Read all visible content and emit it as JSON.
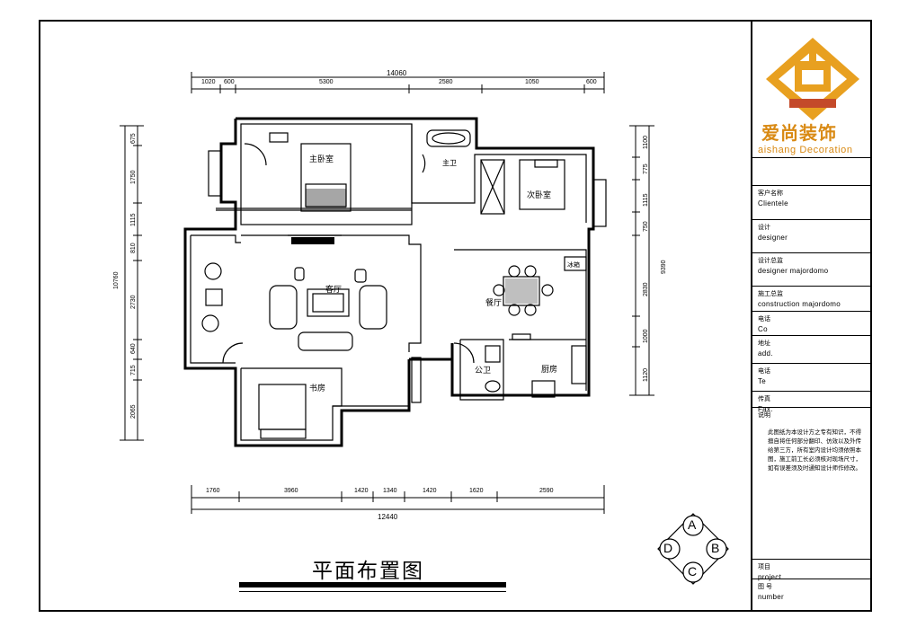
{
  "title_block": {
    "brand_cn": "爱尚装饰",
    "brand_en": "aishang Decoration",
    "rows": [
      {
        "label": "客户名称",
        "value": "Clientele"
      },
      {
        "label": "设计",
        "value": "designer"
      },
      {
        "label": "设计总监",
        "value": "designer majordomo"
      },
      {
        "label": "施工总监",
        "value": "construction majordomo"
      },
      {
        "label": "电话",
        "value": "Co"
      },
      {
        "label": "地址",
        "value": "add."
      },
      {
        "label": "电话",
        "value": "Te"
      },
      {
        "label": "传真",
        "value": "Fax."
      },
      {
        "label": "说明",
        "value": ""
      },
      {
        "label": "项目",
        "value": "project"
      },
      {
        "label": "图 号",
        "value": "number"
      }
    ],
    "note": "此图纸为本设计方之专有知识，不得擅自将任何部分翻印、仿效以及外传给第三方，所有室内设计均须依照本图，施工前工长必须核对现场尺寸，如有误差须及时通知设计师作修改。"
  },
  "plan": {
    "title": "平面布置图",
    "dims_top": {
      "total": "14060",
      "segments": [
        "1020",
        "600",
        "5300",
        "2580",
        "1050",
        "600"
      ]
    },
    "dims_bottom": {
      "total": "12440",
      "segments": [
        "1760",
        "3960",
        "1420",
        "1340",
        "1420",
        "1620",
        "2590"
      ]
    },
    "dims_left": {
      "total": "10760",
      "segments": [
        "675",
        "1750",
        "1115",
        "810",
        "2730",
        "640",
        "715",
        "2065"
      ]
    },
    "dims_right": {
      "total": "9390",
      "segments": [
        "1100",
        "775",
        "1115",
        "750",
        "2830",
        "1000",
        "1120"
      ]
    },
    "rooms": {
      "master": "主卧室",
      "bath_main": "主卫",
      "second": "次卧室",
      "living": "客厅",
      "dining": "餐厅",
      "study": "书房",
      "bath_public": "公卫",
      "kitchen": "厨房",
      "fridge": "冰箱"
    },
    "compass": [
      "A",
      "B",
      "C",
      "D"
    ]
  }
}
